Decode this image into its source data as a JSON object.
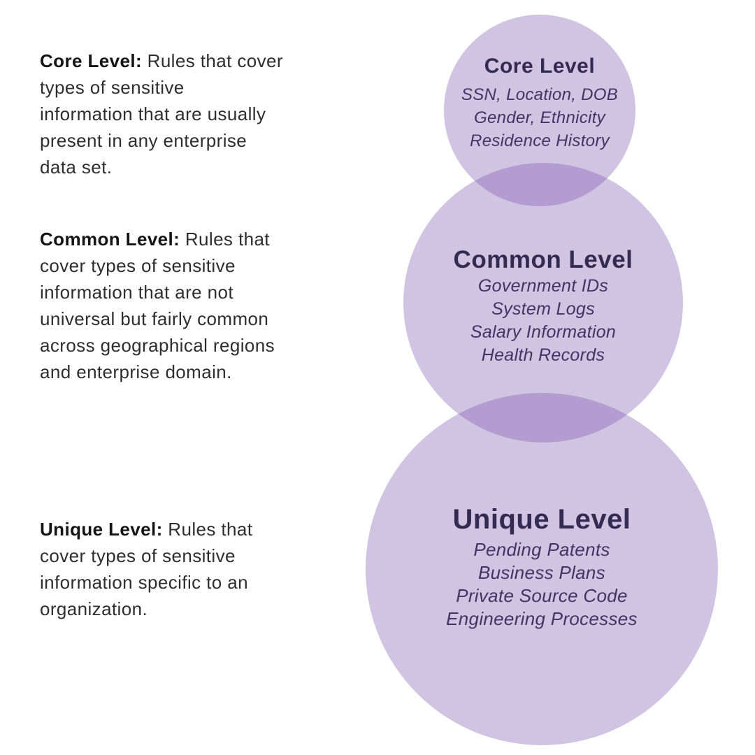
{
  "descriptions": [
    {
      "label": "Core Level:",
      "text": " Rules that cover\ntypes of sensitive\ninformation that are usually\npresent in any enterprise\ndata set."
    },
    {
      "label": "Common Level:",
      "text": " Rules that\ncover types of sensitive\ninformation that are not\nuniversal but fairly common\nacross geographical regions\nand enterprise domain."
    },
    {
      "label": "Unique Level:",
      "text": " Rules that\ncover types of sensitive\ninformation specific to an\norganization."
    }
  ],
  "circles": [
    {
      "title": "Core Level",
      "items": "SSN, Location, DOB\nGender, Ethnicity\nResidence History"
    },
    {
      "title": "Common Level",
      "items": "Government IDs\nSystem Logs\nSalary Information\nHealth Records"
    },
    {
      "title": "Unique Level",
      "items": "Pending Patents\nBusiness Plans\nPrivate Source Code\nEngineering Processes"
    }
  ],
  "colors": {
    "page_bg": "#ffffff",
    "circle_fill": "rgba(122, 82, 173, 0.35)",
    "circle_fill_flat": "#d0c2e2",
    "circle_overlap": "#b29bcf",
    "circle_title_color": "#352a52",
    "circle_item_color": "#413364",
    "body_text": "#2e2e2e",
    "body_label": "#141414"
  }
}
